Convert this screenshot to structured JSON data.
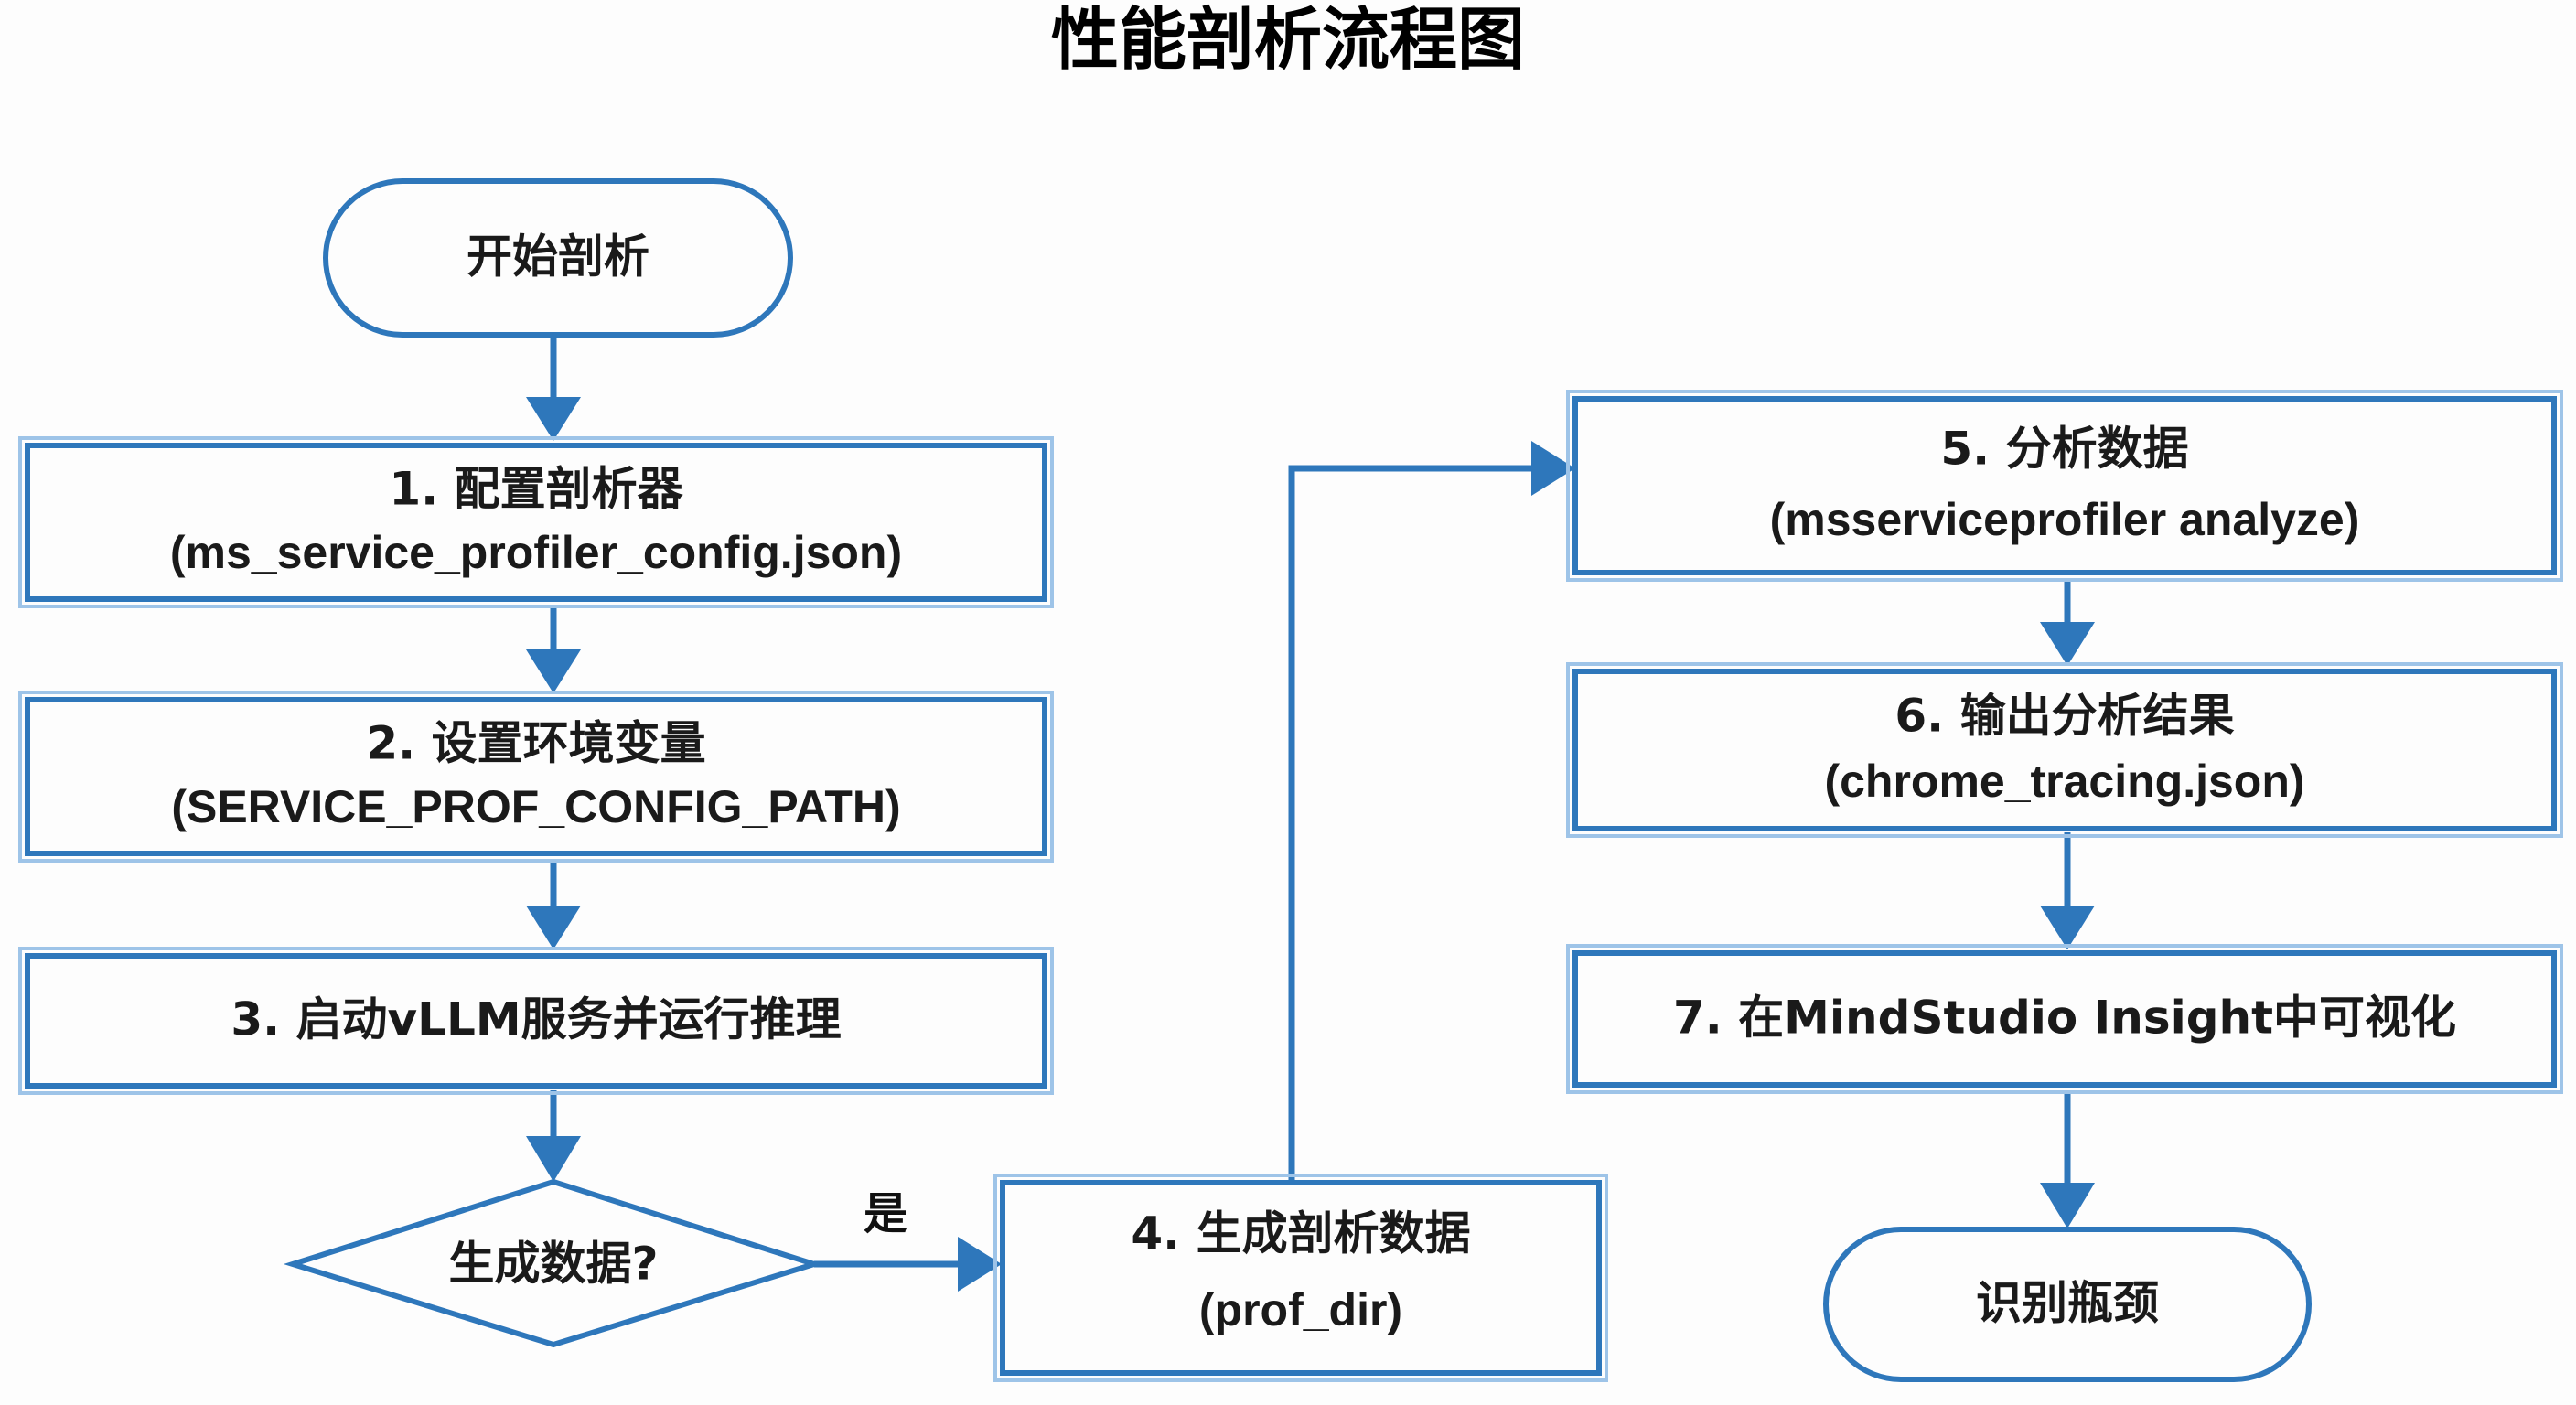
{
  "title": "性能剖析流程图",
  "colors": {
    "accent": "#2e77bb",
    "accent_light": "#9ec4e8",
    "background": "#fdfdfd",
    "text": "#1a1a1a"
  },
  "chart_data": {
    "type": "diagram",
    "diagram_kind": "flowchart",
    "title": "性能剖析流程图",
    "orientation": "two-column, top-to-bottom then loop right",
    "nodes": [
      {
        "id": "start",
        "shape": "stadium",
        "lines": [
          "开始剖析"
        ]
      },
      {
        "id": "step1",
        "shape": "rectangle",
        "lines": [
          "1. 配置剖析器",
          "(ms_service_profiler_config.json)"
        ]
      },
      {
        "id": "step2",
        "shape": "rectangle",
        "lines": [
          "2. 设置环境变量",
          "(SERVICE_PROF_CONFIG_PATH)"
        ]
      },
      {
        "id": "step3",
        "shape": "rectangle",
        "lines": [
          "3. 启动vLLM服务并运行推理"
        ]
      },
      {
        "id": "decide",
        "shape": "diamond",
        "lines": [
          "生成数据?"
        ]
      },
      {
        "id": "step4",
        "shape": "rectangle",
        "lines": [
          "4. 生成剖析数据",
          "(prof_dir)"
        ]
      },
      {
        "id": "step5",
        "shape": "rectangle",
        "lines": [
          "5. 分析数据",
          "(msserviceprofiler analyze)"
        ]
      },
      {
        "id": "step6",
        "shape": "rectangle",
        "lines": [
          "6. 输出分析结果",
          "(chrome_tracing.json)"
        ]
      },
      {
        "id": "step7",
        "shape": "rectangle",
        "lines": [
          "7. 在MindStudio Insight中可视化"
        ]
      },
      {
        "id": "end",
        "shape": "stadium",
        "lines": [
          "识别瓶颈"
        ]
      }
    ],
    "edges": [
      {
        "from": "start",
        "to": "step1",
        "label": ""
      },
      {
        "from": "step1",
        "to": "step2",
        "label": ""
      },
      {
        "from": "step2",
        "to": "step3",
        "label": ""
      },
      {
        "from": "step3",
        "to": "decide",
        "label": ""
      },
      {
        "from": "decide",
        "to": "step4",
        "label": "是"
      },
      {
        "from": "step4",
        "to": "step5",
        "label": ""
      },
      {
        "from": "step5",
        "to": "step6",
        "label": ""
      },
      {
        "from": "step6",
        "to": "step7",
        "label": ""
      },
      {
        "from": "step7",
        "to": "end",
        "label": ""
      }
    ]
  },
  "nodes": {
    "start": {
      "line1": "开始剖析"
    },
    "step1": {
      "line1": "1. 配置剖析器",
      "line2": "(ms_service_profiler_config.json)"
    },
    "step2": {
      "line1": "2. 设置环境变量",
      "line2": "(SERVICE_PROF_CONFIG_PATH)"
    },
    "step3": {
      "line1": "3. 启动vLLM服务并运行推理"
    },
    "decide": {
      "line1": "生成数据?"
    },
    "step4": {
      "line1": "4. 生成剖析数据",
      "line2": "(prof_dir)"
    },
    "step5": {
      "line1": "5. 分析数据",
      "line2": "(msserviceprofiler analyze)"
    },
    "step6": {
      "line1": "6. 输出分析结果",
      "line2": "(chrome_tracing.json)"
    },
    "step7": {
      "line1": "7. 在MindStudio Insight中可视化"
    },
    "end": {
      "line1": "识别瓶颈"
    }
  },
  "edge_labels": {
    "yes": "是"
  }
}
